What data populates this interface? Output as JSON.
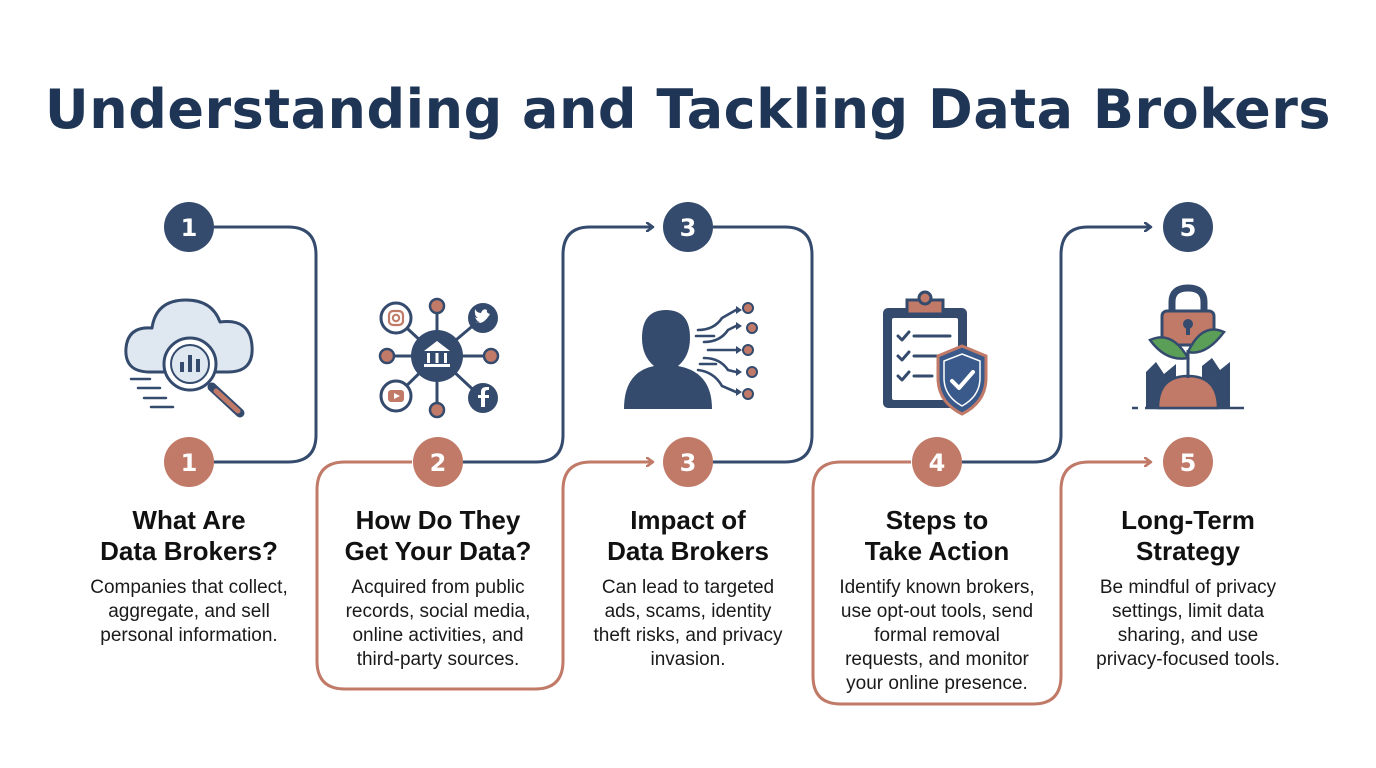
{
  "title": "Understanding and Tackling Data Brokers",
  "colors": {
    "navy": "#344b6e",
    "terracotta": "#c07a67",
    "title": "#1f3556",
    "shield_blue": "#3a5a8c",
    "leaf_green": "#5a9e58"
  },
  "steps": [
    {
      "number": "1",
      "title_line1": "What Are",
      "title_line2": "Data Brokers?",
      "desc_lines": [
        "Companies that collect,",
        "aggregate, and sell",
        "personal information."
      ],
      "icon": "cloud-search-icon"
    },
    {
      "number": "2",
      "title_line1": "How Do They",
      "title_line2": "Get Your Data?",
      "desc_lines": [
        "Acquired from public",
        "records, social media,",
        "online activities, and",
        "third-party sources."
      ],
      "icon": "data-network-icon"
    },
    {
      "number": "3",
      "title_line1": "Impact of",
      "title_line2": "Data Brokers",
      "desc_lines": [
        "Can lead to targeted",
        "ads, scams, identity",
        "theft risks, and privacy",
        "invasion."
      ],
      "icon": "person-data-flow-icon"
    },
    {
      "number": "4",
      "title_line1": "Steps to",
      "title_line2": "Take Action",
      "desc_lines": [
        "Identify known brokers,",
        "use opt-out tools, send",
        "formal removal",
        "requests, and monitor",
        "your online presence."
      ],
      "icon": "clipboard-shield-icon"
    },
    {
      "number": "5",
      "title_line1": "Long-Term",
      "title_line2": "Strategy",
      "desc_lines": [
        "Be mindful of privacy",
        "settings, limit data",
        "sharing, and use",
        "privacy-focused tools."
      ],
      "icon": "lock-plant-icon"
    }
  ],
  "top_badges": [
    "1",
    "3",
    "5"
  ]
}
